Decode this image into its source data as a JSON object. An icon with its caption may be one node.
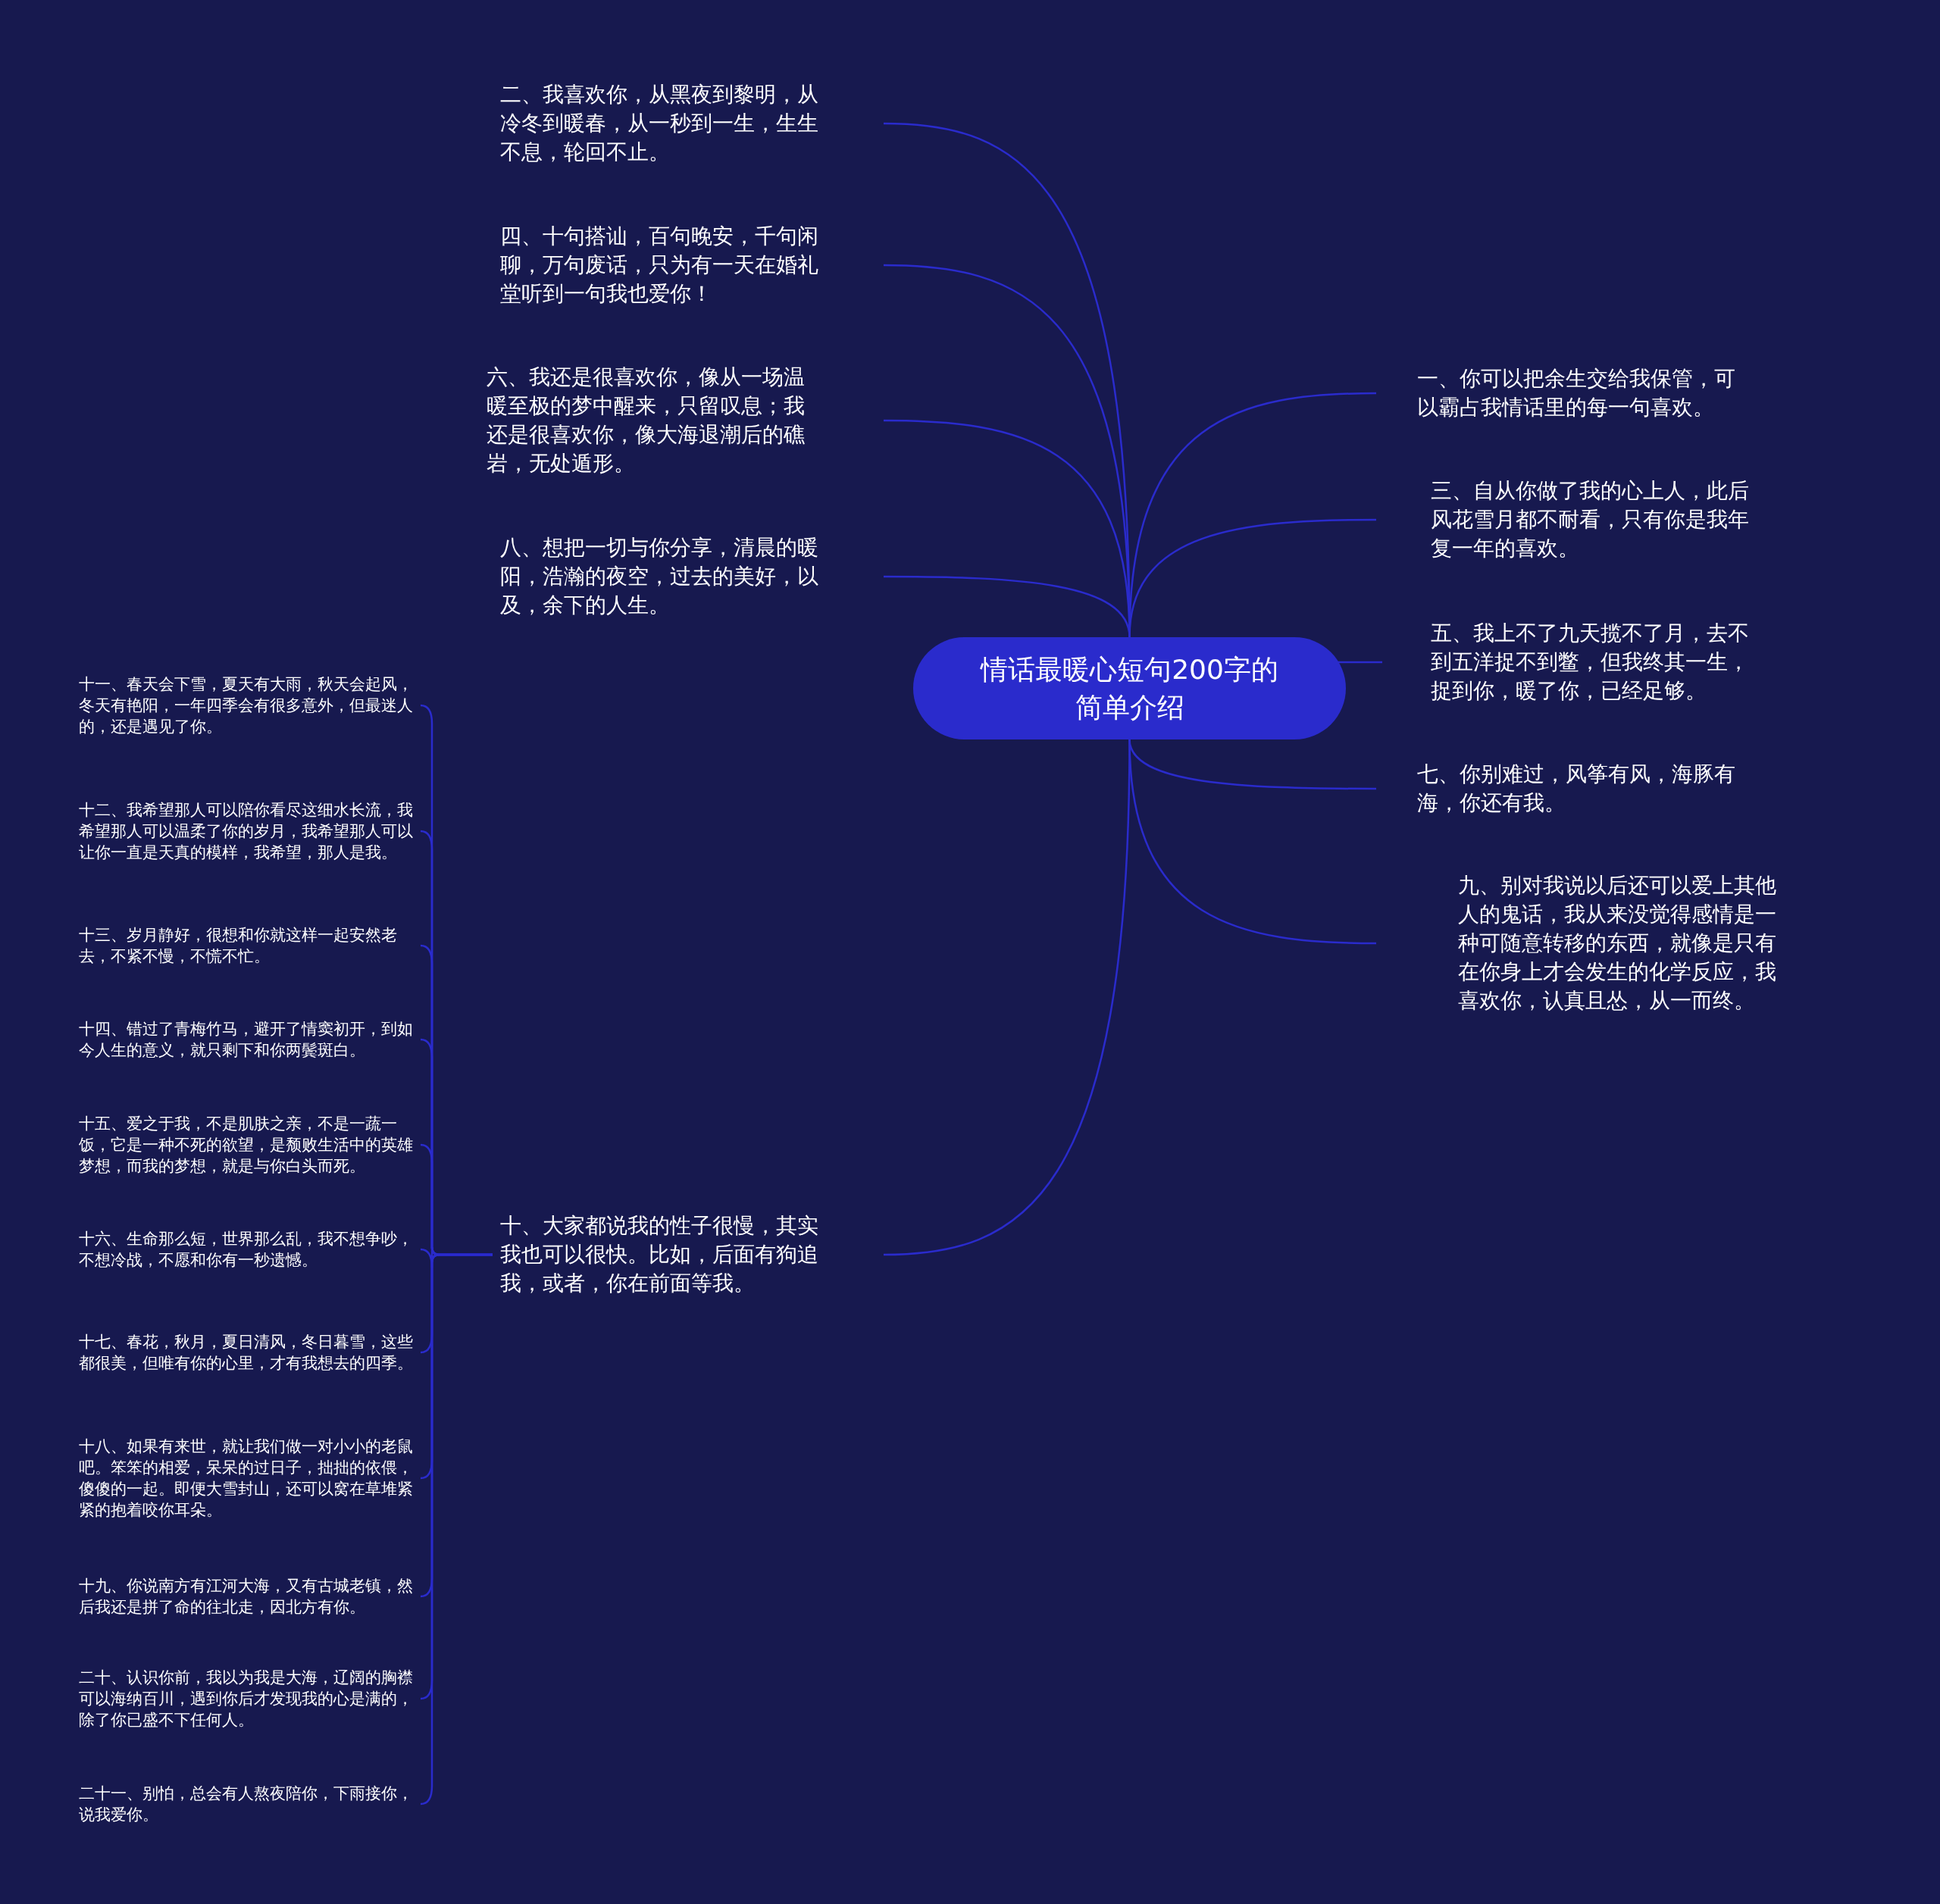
{
  "diagram": {
    "nodes": [
      {
        "text": [
          "情话最暖心短句200字的简单介绍"
        ]
      },
      {
        "text": [
          "二、我喜欢你，从黑夜到黎明，从冷冬到暖春，从一秒到一生，生生不息，轮回不止。"
        ]
      },
      {
        "text": [
          "四、十句搭讪，百句晚安，千句闲聊，万句废话，只为有一天在婚礼堂听到一句我也爱你！"
        ]
      },
      {
        "text": [
          "六、我还是很喜欢你，像从一场温暖至极的梦中醒来，只留叹息；我还是很喜欢你，像大海退潮后的礁岩，无处遁形。"
        ]
      },
      {
        "text": [
          "八、想把一切与你分享，清晨的暖阳，浩瀚的夜空，过去的美好，以及，余下的人生。"
        ]
      },
      {
        "text": [
          "十、大家都说我的性子很慢，其实我也可以很快。比如，后面有狗追我，或者，你在前面等我。"
        ]
      },
      {
        "text": [
          "一、你可以把余生交给我保管，可以霸占我情话里的每一句喜欢。"
        ]
      },
      {
        "text": [
          "三、自从你做了我的心上人，此后风花雪月都不耐看，只有你是我年复一年的喜欢。"
        ]
      },
      {
        "text": [
          "五、我上不了九天揽不了月，去不到五洋捉不到鳖，但我终其一生，捉到你，暖了你，已经足够。"
        ]
      },
      {
        "text": [
          "七、你别难过，风筝有风，海豚有海，你还有我。"
        ]
      },
      {
        "text": [
          "九、别对我说以后还可以爱上其他人的鬼话，我从来没觉得感情是一种可随意转移的东西，就像是只有在你身上才会发生的化学反应，我喜欢你，认真且怂，从一而终。"
        ]
      },
      {
        "text": [
          "十一、春天会下雪，夏天有大雨，秋天会起风，冬天有艳阳，一年四季会有很多意外，但最迷人的，还是遇见了你。"
        ]
      },
      {
        "text": [
          "十二、我希望那人可以陪你看尽这细水长流，我希望那人可以温柔了你的岁月，我希望那人可以让你一直是天真的模样，我希望，那人是我。"
        ]
      },
      {
        "text": [
          "十三、岁月静好，很想和你就这样一起安然老去，不紧不慢，不慌不忙。"
        ]
      },
      {
        "text": [
          "十四、错过了青梅竹马，避开了情窦初开，到如今人生的意义，就只剩下和你两鬓斑白。"
        ]
      },
      {
        "text": [
          "十五、爱之于我，不是肌肤之亲，不是一蔬一饭，它是一种不死的欲望，是颓败生活中的英雄梦想，而我的梦想，就是与你白头而死。"
        ]
      },
      {
        "text": [
          "十六、生命那么短，世界那么乱，我不想争吵，不想冷战，不愿和你有一秒遗憾。"
        ]
      },
      {
        "text": [
          "十七、春花，秋月，夏日清风，冬日暮雪，这些都很美，但唯有你的心里，才有我想去的四季。"
        ]
      },
      {
        "text": [
          "十八、如果有来世，就让我们做一对小小的老鼠吧。笨笨的相爱，呆呆的过日子，拙拙的依偎，傻傻的一起。即便大雪封山，还可以窝在草堆紧紧的抱着咬你耳朵。"
        ]
      },
      {
        "text": [
          "十九、你说南方有江河大海，又有古城老镇，然后我还是拼了命的往北走，因北方有你。"
        ]
      },
      {
        "text": [
          "二十、认识你前，我以为我是大海，辽阔的胸襟可以海纳百川，遇到你后才发现我的心是满的，除了你已盛不下任何人。"
        ]
      },
      {
        "text": [
          "二十一、别怕，总会有人熬夜陪你，下雨接你，说我爱你。"
        ]
      }
    ],
    "edges": [
      {
        "from": 0,
        "to": 1,
        "arrow": "none"
      },
      {
        "from": 0,
        "to": 2,
        "arrow": "none"
      },
      {
        "from": 0,
        "to": 3,
        "arrow": "none"
      },
      {
        "from": 0,
        "to": 4,
        "arrow": "none"
      },
      {
        "from": 0,
        "to": 5,
        "arrow": "none"
      },
      {
        "from": 0,
        "to": 6,
        "arrow": "none"
      },
      {
        "from": 0,
        "to": 7,
        "arrow": "none"
      },
      {
        "from": 0,
        "to": 8,
        "arrow": "none"
      },
      {
        "from": 0,
        "to": 9,
        "arrow": "none"
      },
      {
        "from": 0,
        "to": 10,
        "arrow": "none"
      },
      {
        "from": 5,
        "to": 11,
        "arrow": "none"
      },
      {
        "from": 5,
        "to": 12,
        "arrow": "none"
      },
      {
        "from": 5,
        "to": 13,
        "arrow": "none"
      },
      {
        "from": 5,
        "to": 14,
        "arrow": "none"
      },
      {
        "from": 5,
        "to": 15,
        "arrow": "none"
      },
      {
        "from": 5,
        "to": 16,
        "arrow": "none"
      },
      {
        "from": 5,
        "to": 17,
        "arrow": "none"
      },
      {
        "from": 5,
        "to": 18,
        "arrow": "none"
      },
      {
        "from": 5,
        "to": 19,
        "arrow": "none"
      },
      {
        "from": 5,
        "to": 20,
        "arrow": "none"
      },
      {
        "from": 5,
        "to": 21,
        "arrow": "none"
      }
    ]
  }
}
